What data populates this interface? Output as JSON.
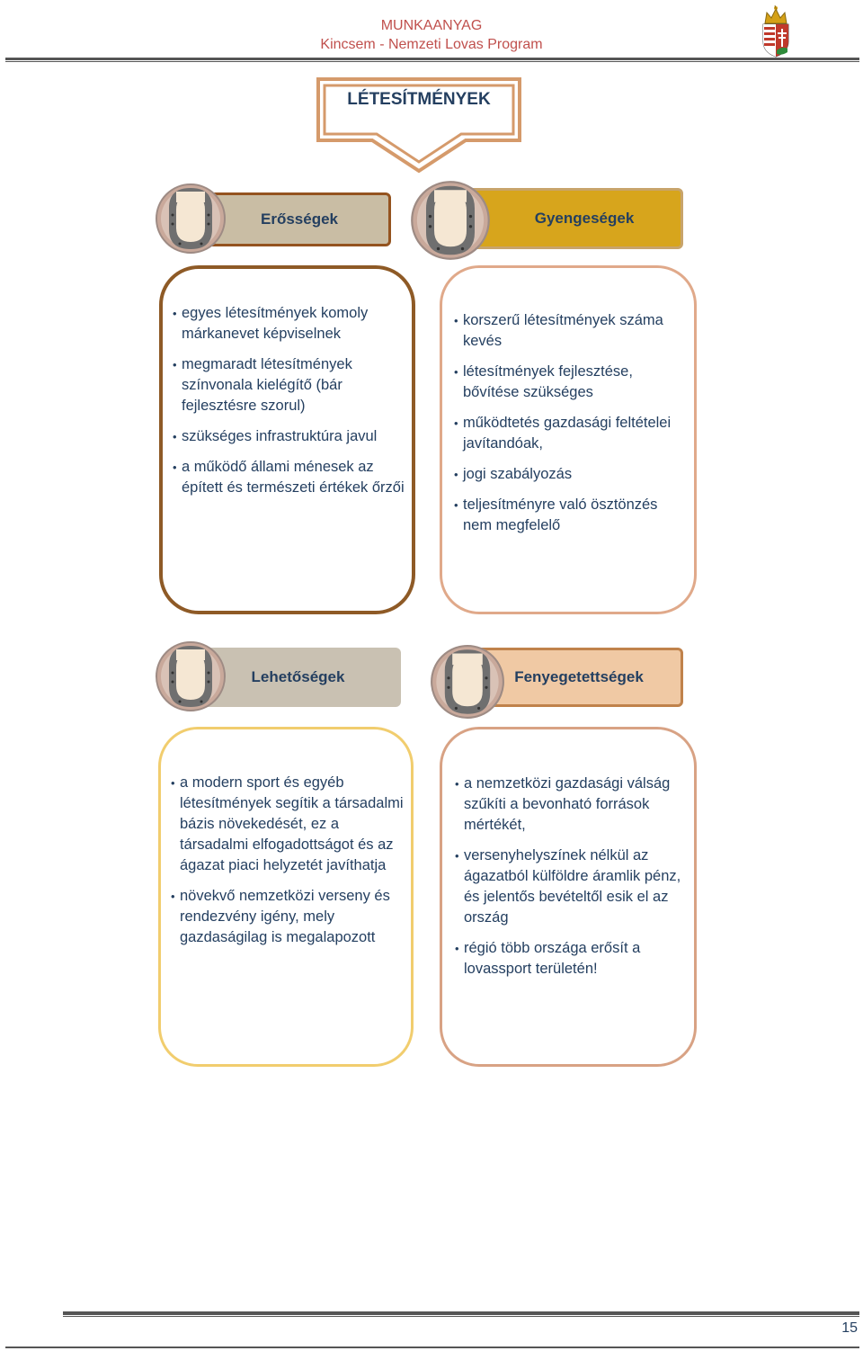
{
  "header": {
    "line1": "MUNKAANYAG",
    "line2": "Kincsem - Nemzeti Lovas Program"
  },
  "title": "LÉTESÍTMÉNYEK",
  "colors": {
    "header_text": "#c0504d",
    "body_text": "#243f60",
    "strengths_fill": "#c9bda4",
    "weaknesses_fill": "#d7a51c",
    "opportunities_fill": "#c9c1b2",
    "threats_fill": "#f0c9a4"
  },
  "strengths": {
    "label": "Erősségek",
    "items": [
      "egyes létesítmények komoly márkanevet képviselnek",
      "megmaradt létesítmények színvonala kielégítő (bár fejlesztésre szorul)",
      "szükséges infrastruktúra javul",
      "a működő állami ménesek az épített és természeti értékek őrzői"
    ]
  },
  "weaknesses": {
    "label": "Gyengeségek",
    "items": [
      "korszerű létesítmények száma kevés",
      "létesítmények fejlesztése, bővítése szükséges",
      "működtetés gazdasági feltételei javítandóak,",
      "jogi szabályozás",
      "teljesítményre való ösztönzés nem megfelelő"
    ]
  },
  "opportunities": {
    "label": "Lehetőségek",
    "items": [
      "a modern sport és egyéb létesítmények segítik a társadalmi bázis növekedését, ez a társadalmi elfogadottságot és az ágazat piaci helyzetét javíthatja",
      "növekvő nemzetközi verseny és rendezvény igény, mely gazdaságilag is megalapozott"
    ]
  },
  "threats": {
    "label": "Fenyegetettségek",
    "items": [
      "a nemzetközi gazdasági válság szűkíti a bevonható források mértékét,",
      "versenyhelyszínek nélkül az ágazatból külföldre áramlik pénz, és jelentős bevételtől esik el az ország",
      "régió több országa erősít a lovassport területén!"
    ]
  },
  "footer": {
    "page_number": "15"
  }
}
